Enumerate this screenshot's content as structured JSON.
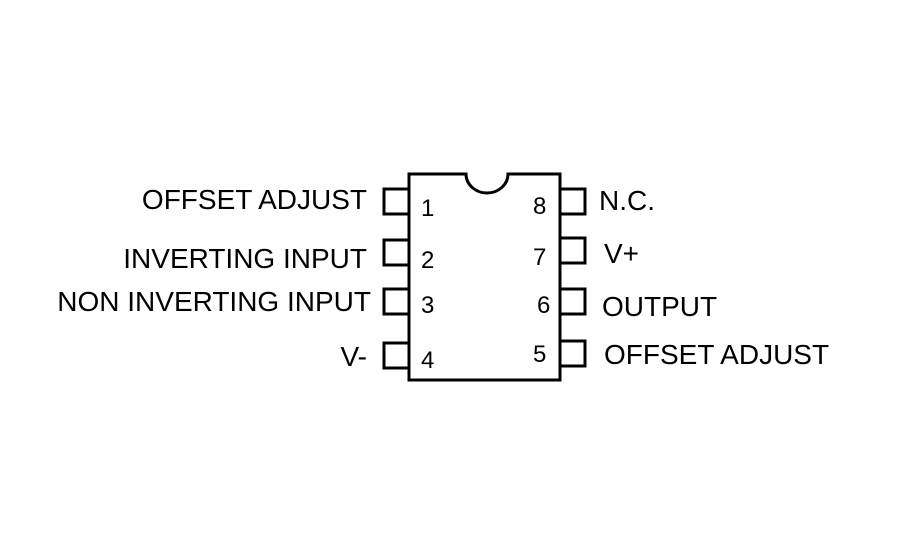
{
  "package": {
    "pins": [
      {
        "number": "1",
        "label": "OFFSET ADJUST"
      },
      {
        "number": "2",
        "label": "INVERTING INPUT"
      },
      {
        "number": "3",
        "label": "NON INVERTING INPUT"
      },
      {
        "number": "4",
        "label": "V-"
      },
      {
        "number": "5",
        "label": "OFFSET ADJUST"
      },
      {
        "number": "6",
        "label": "OUTPUT"
      },
      {
        "number": "7",
        "label": "V+"
      },
      {
        "number": "8",
        "label": "N.C."
      }
    ]
  },
  "colors": {
    "stroke": "#000000",
    "background": "#ffffff"
  }
}
